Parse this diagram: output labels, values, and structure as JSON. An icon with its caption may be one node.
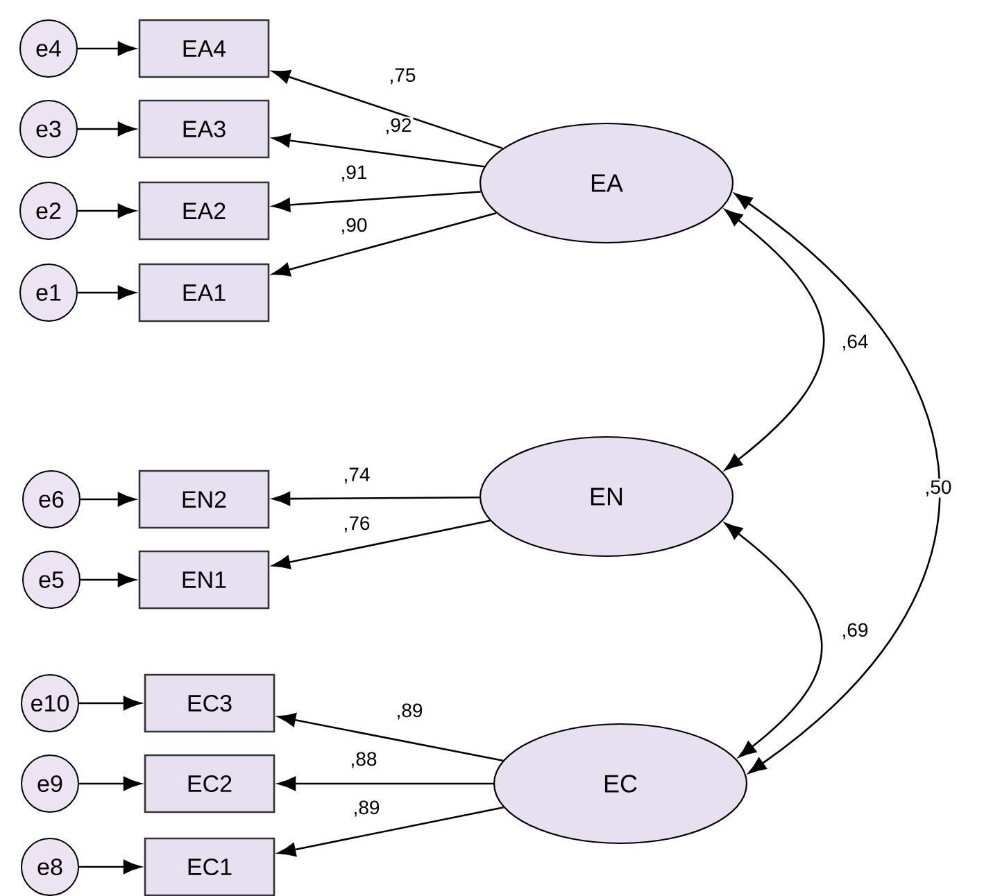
{
  "diagram": {
    "nodes": [
      {
        "text": [
          "e4"
        ]
      },
      {
        "text": [
          "EA4"
        ]
      },
      {
        "text": [
          "e3"
        ]
      },
      {
        "text": [
          "EA3"
        ]
      },
      {
        "text": [
          "e2"
        ]
      },
      {
        "text": [
          "EA2"
        ]
      },
      {
        "text": [
          "e1"
        ]
      },
      {
        "text": [
          "EA1"
        ]
      },
      {
        "text": [
          "EA"
        ]
      },
      {
        "text": [
          "e6"
        ]
      },
      {
        "text": [
          "EN2"
        ]
      },
      {
        "text": [
          "e5"
        ]
      },
      {
        "text": [
          "EN1"
        ]
      },
      {
        "text": [
          "EN"
        ]
      },
      {
        "text": [
          "e10"
        ]
      },
      {
        "text": [
          "EC3"
        ]
      },
      {
        "text": [
          "e9"
        ]
      },
      {
        "text": [
          "EC2"
        ]
      },
      {
        "text": [
          "e8"
        ]
      },
      {
        "text": [
          "EC1"
        ]
      },
      {
        "text": [
          "EC"
        ]
      }
    ],
    "edges": [
      {
        "from": 0,
        "to": 1,
        "arrow": "to"
      },
      {
        "from": 2,
        "to": 3,
        "arrow": "to"
      },
      {
        "from": 4,
        "to": 5,
        "arrow": "to"
      },
      {
        "from": 6,
        "to": 7,
        "arrow": "to"
      },
      {
        "from": 8,
        "to": 1,
        "arrow": "to",
        "label": ",75"
      },
      {
        "from": 8,
        "to": 3,
        "arrow": "to",
        "label": ",92"
      },
      {
        "from": 8,
        "to": 5,
        "arrow": "to",
        "label": ",91"
      },
      {
        "from": 8,
        "to": 7,
        "arrow": "to",
        "label": ",90"
      },
      {
        "from": 9,
        "to": 10,
        "arrow": "to"
      },
      {
        "from": 11,
        "to": 12,
        "arrow": "to"
      },
      {
        "from": 13,
        "to": 10,
        "arrow": "to",
        "label": ",74"
      },
      {
        "from": 13,
        "to": 12,
        "arrow": "to",
        "label": ",76"
      },
      {
        "from": 14,
        "to": 15,
        "arrow": "to"
      },
      {
        "from": 16,
        "to": 17,
        "arrow": "to"
      },
      {
        "from": 18,
        "to": 19,
        "arrow": "to"
      },
      {
        "from": 20,
        "to": 15,
        "arrow": "to",
        "label": ",89"
      },
      {
        "from": 20,
        "to": 17,
        "arrow": "to",
        "label": ",88"
      },
      {
        "from": 20,
        "to": 19,
        "arrow": "to",
        "label": ",89"
      },
      {
        "from": 8,
        "to": 13,
        "arrow": "both",
        "label": ",64"
      },
      {
        "from": 13,
        "to": 20,
        "arrow": "both",
        "label": ",69"
      },
      {
        "from": 8,
        "to": 20,
        "arrow": "both",
        "label": ",50"
      }
    ]
  }
}
